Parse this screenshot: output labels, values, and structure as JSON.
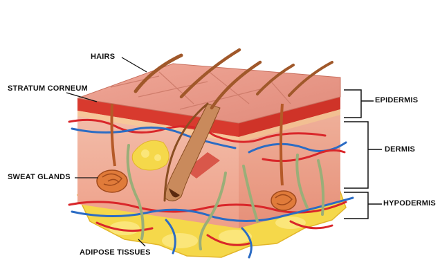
{
  "labels": {
    "hairs": "HAIRS",
    "stratum_corneum": "STRATUM CORNEUM",
    "sweat_glands": "SWEAT GLANDS",
    "adipose_tissues": "ADIPOSE TISSUES",
    "epidermis": "EPIDERMIS",
    "dermis": "DERMIS",
    "hypodermis": "HYPODERMIS"
  },
  "colors": {
    "skin_top": "#e79a8c",
    "corneum": "#d83a2e",
    "dermis": "#f1b8a4",
    "fat": "#f5d84a",
    "artery": "#d9262a",
    "vein": "#2b6cc4",
    "nerve": "#9aae78",
    "hair": "#a0582a"
  }
}
